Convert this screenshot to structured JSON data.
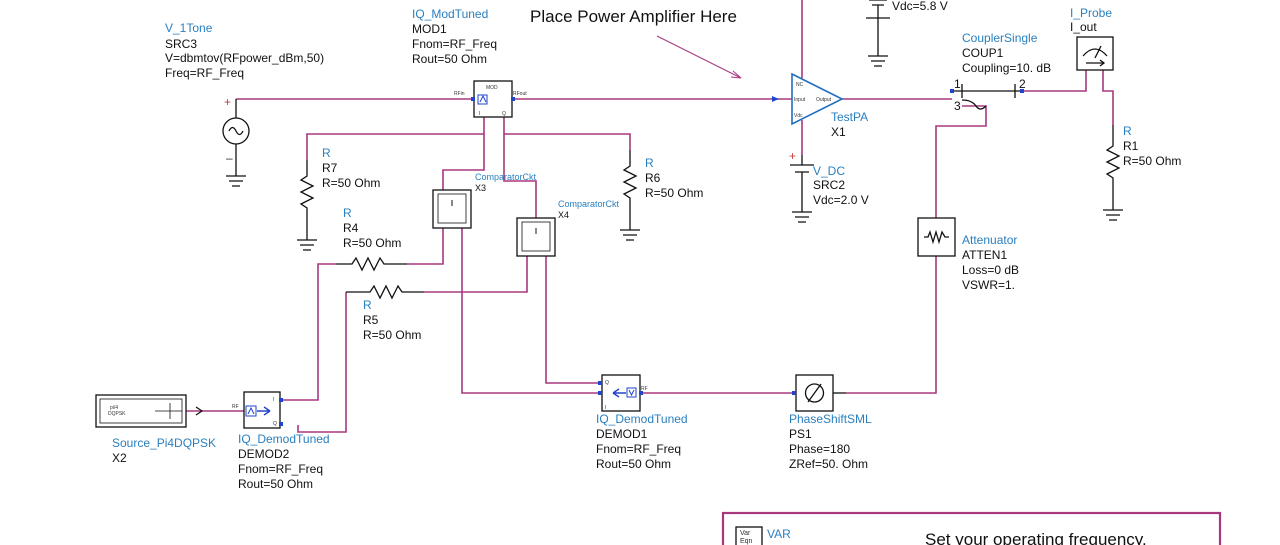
{
  "note_text": "Place Power Amplifier Here",
  "var_box_text": "Set your operating frequency.",
  "components": {
    "src3": {
      "type": "V_1Tone",
      "name": "SRC3",
      "p1": "V=dbmtov(RFpower_dBm,50)",
      "p2": "Freq=RF_Freq"
    },
    "mod1": {
      "type": "IQ_ModTuned",
      "name": "MOD1",
      "p1": "Fnom=RF_Freq",
      "p2": "Rout=50 Ohm",
      "sym": "MOD",
      "pin_in": "RFin",
      "pin_out": "RFout",
      "pin_i": "I",
      "pin_q": "Q"
    },
    "x1": {
      "type": "TestPA",
      "name": "X1",
      "pin_nc": "NC",
      "pin_in": "Input",
      "pin_out": "Output",
      "pin_vdc": "Vdc"
    },
    "src_top": {
      "p1": "Vdc=5.8 V"
    },
    "src2": {
      "type": "V_DC",
      "name": "SRC2",
      "p1": "Vdc=2.0 V"
    },
    "coup1": {
      "type": "CouplerSingle",
      "name": "COUP1",
      "p1": "Coupling=10. dB",
      "pin1": "1",
      "pin2": "2",
      "pin3": "3"
    },
    "iout": {
      "type": "I_Probe",
      "name": "I_out"
    },
    "r1": {
      "type": "R",
      "name": "R1",
      "p1": "R=50 Ohm"
    },
    "r7": {
      "type": "R",
      "name": "R7",
      "p1": "R=50 Ohm"
    },
    "r6": {
      "type": "R",
      "name": "R6",
      "p1": "R=50 Ohm"
    },
    "r4": {
      "type": "R",
      "name": "R4",
      "p1": "R=50 Ohm"
    },
    "r5": {
      "type": "R",
      "name": "R5",
      "p1": "R=50 Ohm"
    },
    "x3": {
      "type": "ComparatorCkt",
      "name": "X3"
    },
    "x4": {
      "type": "ComparatorCkt",
      "name": "X4"
    },
    "atten1": {
      "type": "Attenuator",
      "name": "ATTEN1",
      "p1": "Loss=0 dB",
      "p2": "VSWR=1."
    },
    "demod1": {
      "type": "IQ_DemodTuned",
      "name": "DEMOD1",
      "p1": "Fnom=RF_Freq",
      "p2": "Rout=50 Ohm",
      "pin_i": "I",
      "pin_q": "Q",
      "pin_rf": "RF"
    },
    "ps1": {
      "type": "PhaseShiftSML",
      "name": "PS1",
      "p1": "Phase=180",
      "p2": "ZRef=50. Ohm"
    },
    "demod2": {
      "type": "IQ_DemodTuned",
      "name": "DEMOD2",
      "p1": "Fnom=RF_Freq",
      "p2": "Rout=50 Ohm",
      "pin_i": "I",
      "pin_q": "Q",
      "pin_rf": "RF"
    },
    "x2": {
      "type": "Source_Pi4DQPSK",
      "name": "X2",
      "sym_l1": "pi/4",
      "sym_l2": "DQPSK"
    },
    "var": {
      "type": "VAR",
      "sym_l1": "Var",
      "sym_l2": "Eqn"
    }
  },
  "colors": {
    "wire": "#a8387e",
    "label": "#2a7fbf",
    "pin": "#2244cc"
  }
}
